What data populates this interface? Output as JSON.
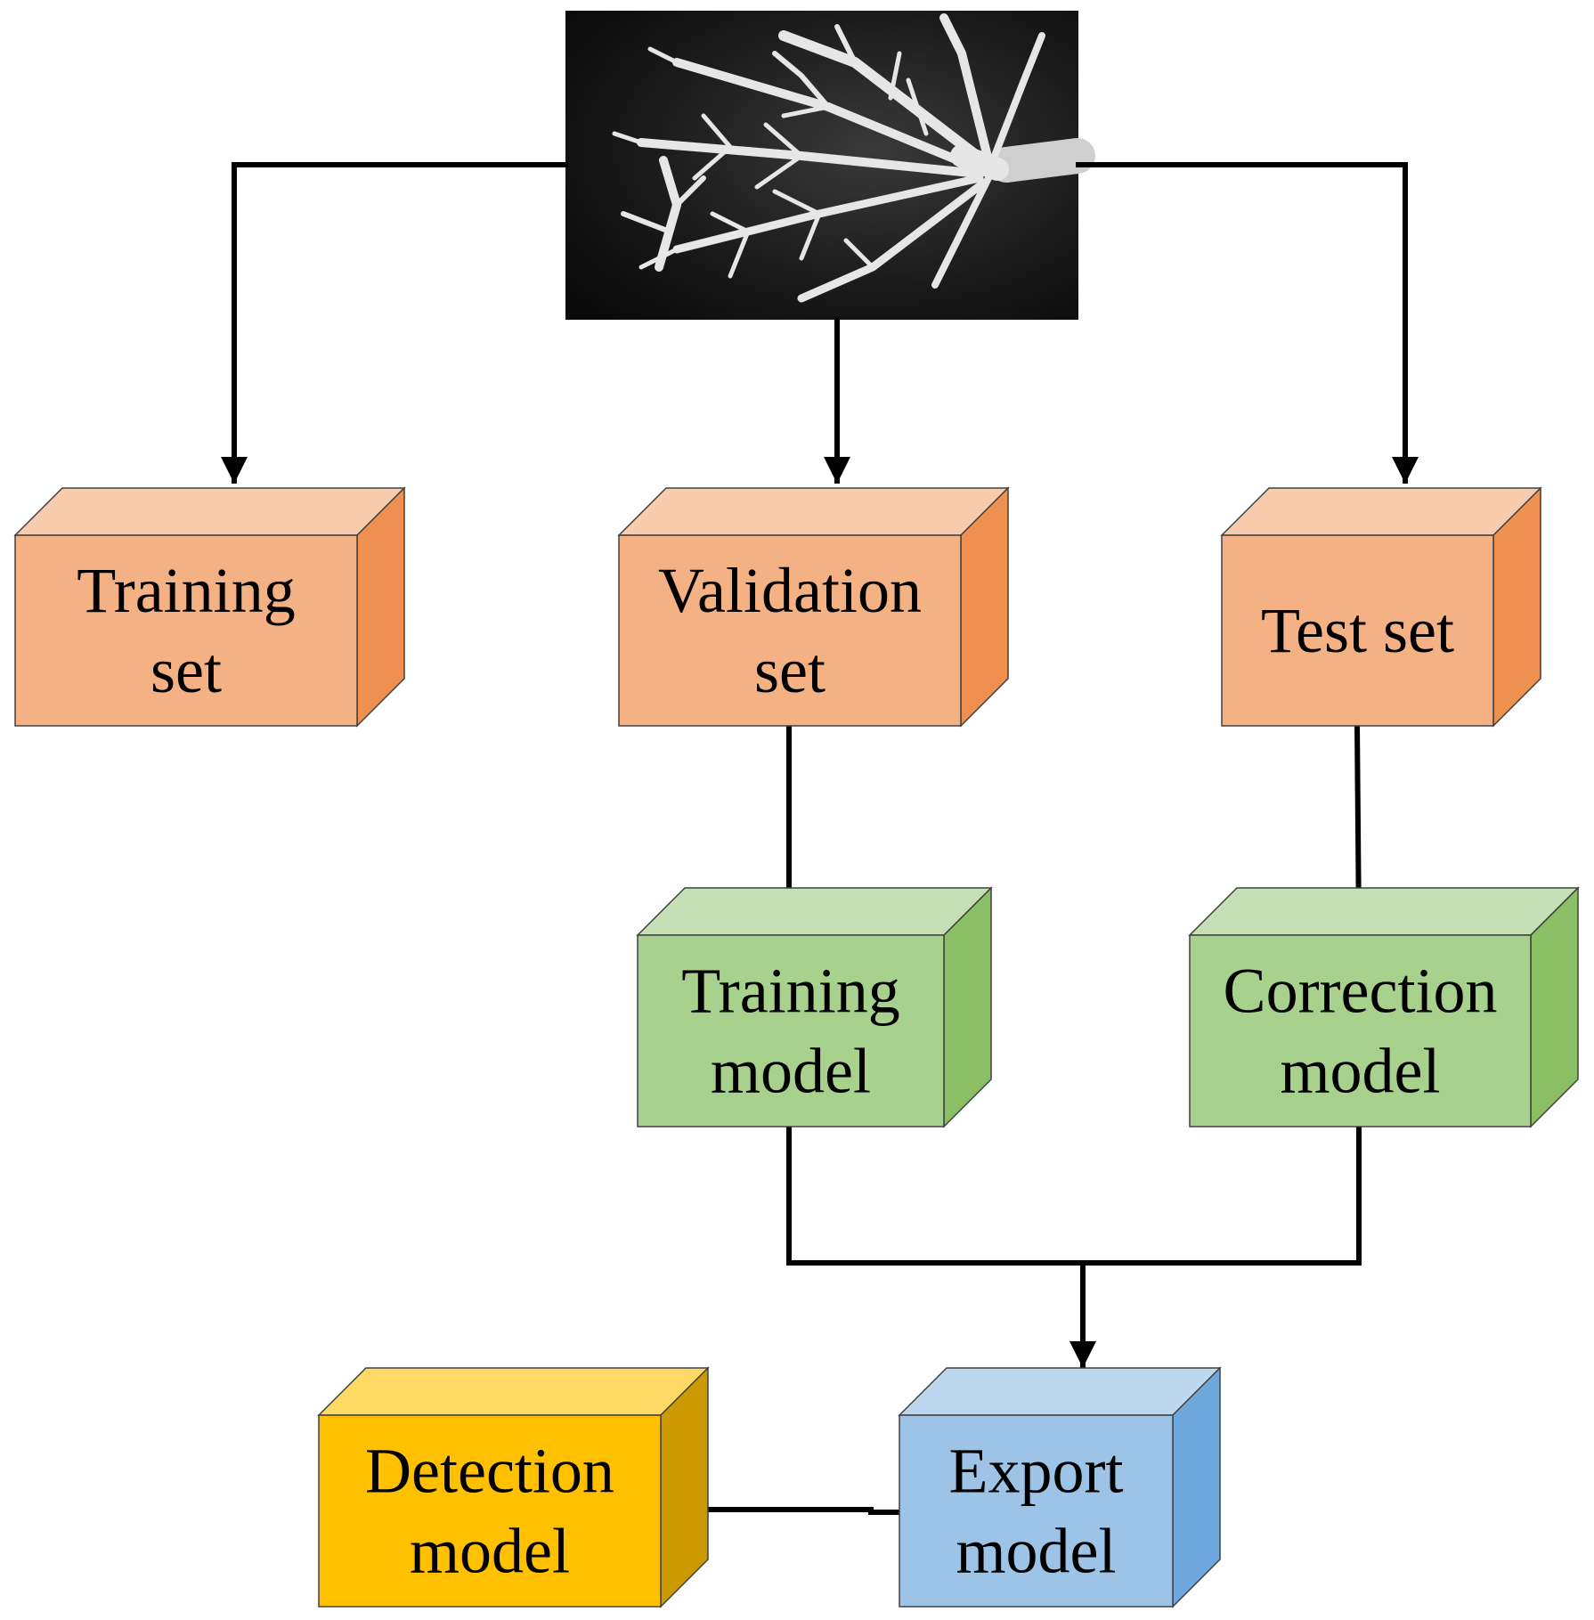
{
  "boxes": {
    "training_set": {
      "lines": [
        "Training",
        "set"
      ],
      "front_color": "#F4B183",
      "top_color": "#F8CBAD",
      "side_color": "#F09050"
    },
    "validation_set": {
      "lines": [
        "Validation",
        "set"
      ],
      "front_color": "#F4B183",
      "top_color": "#F8CBAD",
      "side_color": "#F09050"
    },
    "test_set": {
      "lines": [
        "Test set"
      ],
      "front_color": "#F4B183",
      "top_color": "#F8CBAD",
      "side_color": "#F09050"
    },
    "training_model": {
      "lines": [
        "Training",
        "model"
      ],
      "front_color": "#A9D18E",
      "top_color": "#C5E0B4",
      "side_color": "#8ABF66"
    },
    "correction_model": {
      "lines": [
        "Correction",
        "model"
      ],
      "front_color": "#A9D18E",
      "top_color": "#C5E0B4",
      "side_color": "#8ABF66"
    },
    "detection_model": {
      "lines": [
        "Detection",
        "model"
      ],
      "front_color": "#FFC000",
      "top_color": "#FFD966",
      "side_color": "#CC9A00"
    },
    "export_model": {
      "lines": [
        "Export",
        "model"
      ],
      "front_color": "#9DC3E6",
      "top_color": "#BDD7EE",
      "side_color": "#6FA8DC"
    }
  },
  "image": {
    "subject": "coral-photo",
    "style": "grayscale"
  },
  "colors": {
    "edge": "#000000",
    "box_outline": "#404040",
    "text": "#000000"
  }
}
